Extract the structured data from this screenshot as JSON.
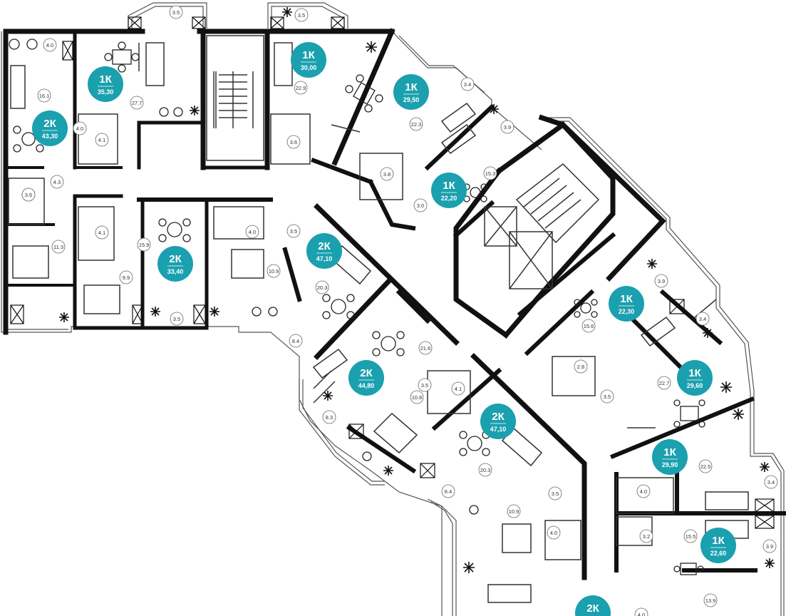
{
  "colors": {
    "wall": "#111111",
    "thin": "#555555",
    "badge": "#1aa0ae",
    "badge_text": "#ffffff",
    "background": "#ffffff"
  },
  "apartments": [
    {
      "id": "a1",
      "type": "1К",
      "area": "35,30"
    },
    {
      "id": "a2",
      "type": "2К",
      "area": "43,30"
    },
    {
      "id": "a3",
      "type": "1К",
      "area": "30,00"
    },
    {
      "id": "a4",
      "type": "1К",
      "area": "29,50"
    },
    {
      "id": "a5",
      "type": "1К",
      "area": "22,20"
    },
    {
      "id": "a6",
      "type": "2К",
      "area": "33,40"
    },
    {
      "id": "a7",
      "type": "2К",
      "area": "47,10"
    },
    {
      "id": "a8",
      "type": "2К",
      "area": "44,80"
    },
    {
      "id": "a9",
      "type": "2К",
      "area": "47,10"
    },
    {
      "id": "a10",
      "type": "1К",
      "area": "22,30"
    },
    {
      "id": "a11",
      "type": "1К",
      "area": "29,60"
    },
    {
      "id": "a12",
      "type": "1К",
      "area": "29,90"
    },
    {
      "id": "a13",
      "type": "1К",
      "area": "22,60"
    },
    {
      "id": "a14",
      "type": "2К",
      "area": ""
    }
  ],
  "room_areas": [
    "3.5",
    "3.5",
    "4.0",
    "27.7",
    "22.9",
    "16.1",
    "3.4",
    "29,5",
    "22.3",
    "3.9",
    "4.1",
    "3.6",
    "3.6",
    "3.8",
    "15.3",
    "4.3",
    "3.0",
    "3.6",
    "11.3",
    "4.1",
    "15.9",
    "4.0",
    "3.5",
    "9.9",
    "10.9",
    "20.3",
    "3.9",
    "4.0",
    "3.5",
    "3.5",
    "15.6",
    "3.4",
    "8.4",
    "21.6",
    "2.8",
    "22.7",
    "10.8",
    "4.1",
    "3.5",
    "8.3",
    "20.3",
    "22.5",
    "8.4",
    "3.5",
    "4.0",
    "10.9",
    "3.4",
    "4.0",
    "3.2",
    "15.5",
    "3.9",
    "13.9",
    "4.0"
  ]
}
